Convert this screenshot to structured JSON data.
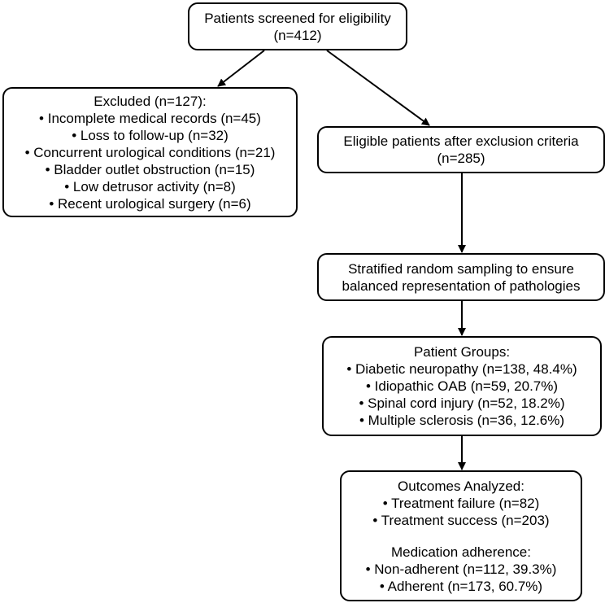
{
  "screening": {
    "title": "Patients screened for eligibility",
    "count": "(n=412)"
  },
  "excluded": {
    "title": "Excluded (n=127):",
    "items": [
      "• Incomplete medical records (n=45)",
      "• Loss to follow-up (n=32)",
      "• Concurrent urological conditions (n=21)",
      "• Bladder outlet obstruction (n=15)",
      "• Low detrusor activity (n=8)",
      "• Recent urological surgery (n=6)"
    ]
  },
  "eligible": {
    "title": "Eligible patients after exclusion criteria",
    "count": "(n=285)"
  },
  "sampling": {
    "line1": "Stratified random sampling to ensure",
    "line2": "balanced representation of pathologies"
  },
  "groups": {
    "title": "Patient Groups:",
    "items": [
      "• Diabetic neuropathy (n=138, 48.4%)",
      "• Idiopathic OAB (n=59, 20.7%)",
      "• Spinal cord injury (n=52, 18.2%)",
      "• Multiple sclerosis (n=36, 12.6%)"
    ]
  },
  "outcomes": {
    "title": "Outcomes Analyzed:",
    "items": [
      "• Treatment failure (n=82)",
      "• Treatment success (n=203)"
    ],
    "adherence_title": "Medication adherence:",
    "adherence_items": [
      "• Non-adherent (n=112, 39.3%)",
      "• Adherent (n=173, 60.7%)"
    ]
  }
}
